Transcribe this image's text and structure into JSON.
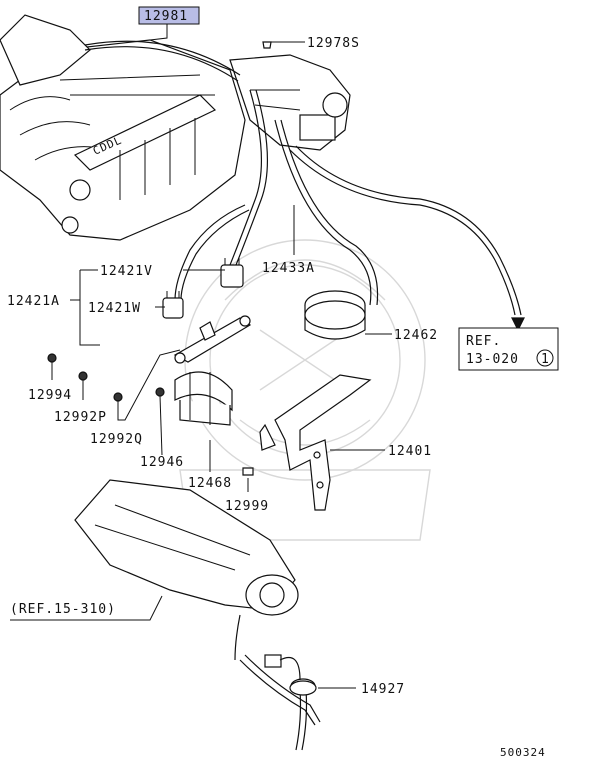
{
  "diagram": {
    "highlight_color": "#b9bde6",
    "labels": {
      "p12981": "12981",
      "p12978S": "12978S",
      "p12421V": "12421V",
      "p12433A": "12433A",
      "p12421A": "12421A",
      "p12421W": "12421W",
      "p12462": "12462",
      "p12994": "12994",
      "p12992P": "12992P",
      "p12992Q": "12992Q",
      "p12946": "12946",
      "p12468": "12468",
      "p12401": "12401",
      "p12999": "12999",
      "ref15": "(REF.15-310)",
      "p14927": "14927",
      "ref_box_line1": "REF.",
      "ref_box_line2": "13-020",
      "ref_box_circle": "1",
      "figure_number": "500324"
    }
  }
}
